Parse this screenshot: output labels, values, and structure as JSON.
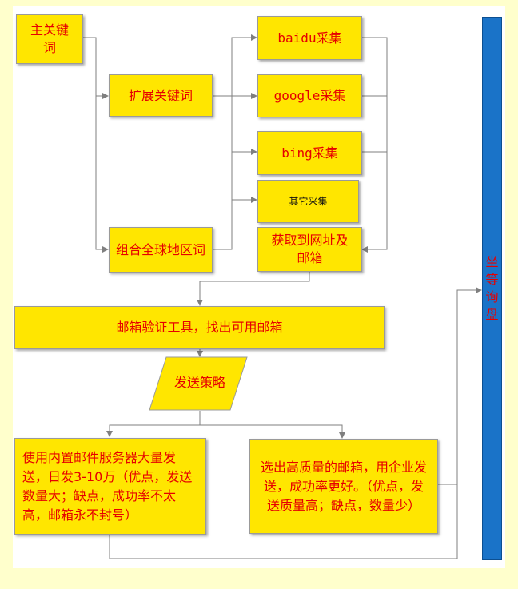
{
  "nodes": {
    "main_keyword": "主关键词",
    "expand_keyword": "扩展关键词",
    "combine_regions": "组合全球地区词",
    "baidu": "baidu采集",
    "google": "google采集",
    "bing": "bing采集",
    "other": "其它采集",
    "get_urls": "获取到网址及邮箱",
    "verify_tool": "邮箱验证工具，找出可用邮箱",
    "send_strategy": "发送策略",
    "builtin_server": "使用内置邮件服务器大量发送，日发3-10万（优点，发送数量大；缺点，成功率不太高，邮箱永不封号）",
    "enterprise": "选出高质量的邮箱，用企业发送，成功率更好。（优点，发送质量高；缺点，数量少）",
    "sidebar": "坐等询盘"
  },
  "colors": {
    "box_fill": "#ffe600",
    "text": "#e60000",
    "sidebar": "#1a73c8",
    "connector": "#7f7f7f",
    "page_background": "#ffffcc"
  }
}
